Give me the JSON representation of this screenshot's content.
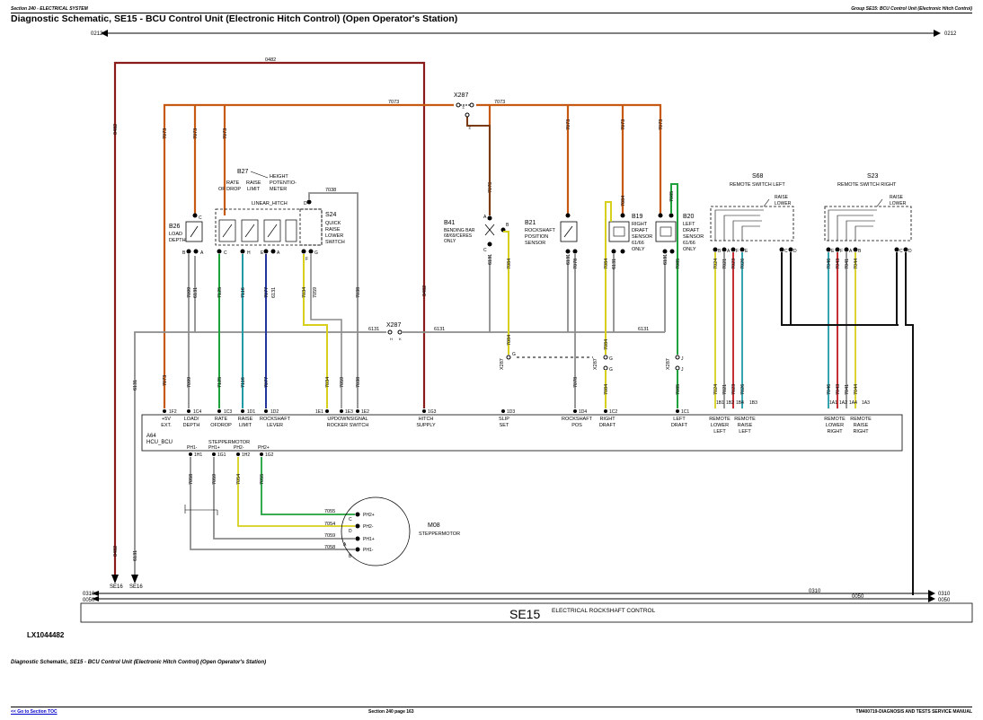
{
  "header": {
    "left": "Section 240 - ELECTRICAL SYSTEM",
    "right": "Group SE15: BCU Control Unit (Electronic Hitch Control)"
  },
  "title": "Diagnostic Schematic, SE15 - BCU Control Unit (Electronic Hitch Control) (Open Operator's Station)",
  "colors": {
    "red": "#c0181e",
    "orange": "#c75a12",
    "green": "#1ea03a",
    "teal": "#1f9aa6",
    "blue": "#24349c",
    "yellow": "#d6cf1e",
    "gray": "#8c8c8c",
    "black": "#111111",
    "brown": "#7a3b12",
    "darkred": "#8a1b1b"
  },
  "wires": {
    "w0212": "0212",
    "w0482": "0482",
    "w7073": "7073",
    "w6131": "6131",
    "w7099": "7099",
    "w7125": "7125",
    "w7116": "7116",
    "w7077": "7077",
    "w7034": "7034",
    "w7059": "7059",
    "w7038": "7038",
    "w7084": "7084",
    "w7078": "7078",
    "w7085": "7085",
    "w7024": "7024",
    "w7021": "7021",
    "w7023": "7023",
    "w7026": "7026",
    "w7046": "7046",
    "w7043": "7043",
    "w7041": "7041",
    "w7044": "7044",
    "w7058": "7058",
    "w7054": "7054",
    "w7055": "7055",
    "w0310": "0310",
    "w0050": "0050"
  },
  "connector": "X287",
  "components": {
    "b26": {
      "id": "B26",
      "lines": [
        "LOAD",
        "DEPTH"
      ]
    },
    "b27": {
      "id": "B27",
      "lines": [
        "HEIGHT",
        "POTENTIO-",
        "METER"
      ],
      "sub": [
        "RATE",
        "OF DROP",
        "RAISE",
        "LIMIT"
      ]
    },
    "linear": "LINEAR_HITCH",
    "s24": {
      "id": "S24",
      "lines": [
        "QUICK",
        "RAISE",
        "LOWER",
        "SWITCH"
      ]
    },
    "b41": {
      "id": "B41",
      "lines": [
        "BENDING BAR",
        "68/69/CERES",
        "ONLY"
      ]
    },
    "b21": {
      "id": "B21",
      "lines": [
        "ROCKSHAFT",
        "POSITION",
        "SENSOR"
      ]
    },
    "b19": {
      "id": "B19",
      "lines": [
        "RIGHT",
        "DRAFT",
        "SENSOR",
        "61/66",
        "ONLY"
      ]
    },
    "b20": {
      "id": "B20",
      "lines": [
        "LEFT",
        "DRAFT",
        "SENSOR",
        "61/66",
        "ONLY"
      ]
    },
    "s68": {
      "id": "S68",
      "label": "REMOTE SWITCH LEFT",
      "raise": "RAISE",
      "lower": "LOWER"
    },
    "s23": {
      "id": "S23",
      "label": "REMOTE SWITCH RIGHT",
      "raise": "RAISE",
      "lower": "LOWER"
    },
    "a64": {
      "id": "A64",
      "name": "HCU_BCU",
      "stepper": "STEPPERMOTOR"
    },
    "m08": {
      "id": "M08",
      "name": "STEPPERMOTOR"
    }
  },
  "pins": {
    "c": "C",
    "b": "B",
    "a": "A",
    "h": "H",
    "e": "E",
    "d": "D",
    "f": "F",
    "g": "G",
    "j": "J",
    "hk": "H",
    "k": "K"
  },
  "ecu_pins": {
    "p1f2": "1F2",
    "p1c4": "1C4",
    "p1c3": "1C3",
    "p1d1": "1D1",
    "p1d2": "1D2",
    "p1e1": "1E1",
    "p1e3": "1E3",
    "p1e2": "1E2",
    "p1g3": "1G3",
    "p1d3": "1D3",
    "p1d4": "1D4",
    "p1c2": "1C2",
    "p1c1": "1C1",
    "p1b1": "1B1",
    "p1b2": "1B2",
    "p1b4": "1B4",
    "p1b3": "1B3",
    "p1a1": "1A1",
    "p1a2": "1A2",
    "p1a4": "1A4",
    "p1a3": "1A3",
    "p1h1": "1H1",
    "p1g1": "1G1",
    "p1h2": "1H2",
    "p1g2": "1G2"
  },
  "ecu_labels": {
    "l1": [
      "+5V",
      "EXT."
    ],
    "l2": [
      "LOAD/",
      "DEPTH"
    ],
    "l3": [
      "RATE",
      "OFDROP"
    ],
    "l4": [
      "RAISE",
      "LIMIT"
    ],
    "l5": [
      "ROCKSHAFT",
      "LEVER"
    ],
    "l6": [
      "UPDOWNSIGNAL",
      "ROCKER SWITCH"
    ],
    "l7": [
      "HITCH",
      "SUPPLY"
    ],
    "l8": [
      "SLIP",
      "SET"
    ],
    "l9": [
      "ROCKSHAFT",
      "POS"
    ],
    "l10": [
      "RIGHT",
      "DRAFT"
    ],
    "l11": [
      "LEFT",
      "DRAFT"
    ],
    "l12": [
      "REMOTE",
      "LOWER",
      "LEFT"
    ],
    "l13": [
      "REMOTE",
      "RAISE",
      "LEFT"
    ],
    "l14": [
      "REMOTE",
      "LOWER",
      "RIGHT"
    ],
    "l15": [
      "REMOTE",
      "RAISE",
      "RIGHT"
    ]
  },
  "phases": {
    "ph1m": "PH1-",
    "ph1p": "PH1+",
    "ph2m": "PH2-",
    "ph2p": "PH2+"
  },
  "se16": "SE16",
  "section": {
    "code": "SE15",
    "name": "ELECTRICAL ROCKSHAFT CONTROL"
  },
  "figure_id": "LX1044482",
  "caption": "Diagnostic Schematic, SE15 - BCU Control Unit (Electronic Hitch Control) (Open Operator's Station)",
  "footer": {
    "left": "<< Go to Section TOC",
    "center": "Section 240 page 163",
    "right": "TM400719-DIAGNOSIS AND TESTS SERVICE MANUAL"
  }
}
